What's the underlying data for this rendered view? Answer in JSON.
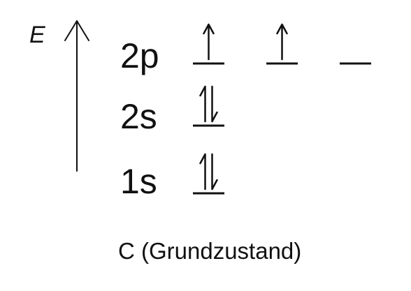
{
  "energy_axis": {
    "label": "E"
  },
  "levels": [
    {
      "label": "2p",
      "orbitals": [
        {
          "electrons": [
            "up"
          ]
        },
        {
          "electrons": [
            "up"
          ]
        },
        {
          "electrons": []
        }
      ]
    },
    {
      "label": "2s",
      "orbitals": [
        {
          "electrons": [
            "up",
            "down"
          ]
        }
      ]
    },
    {
      "label": "1s",
      "orbitals": [
        {
          "electrons": [
            "up",
            "down"
          ]
        }
      ]
    }
  ],
  "caption": "C (Grundzustand)"
}
